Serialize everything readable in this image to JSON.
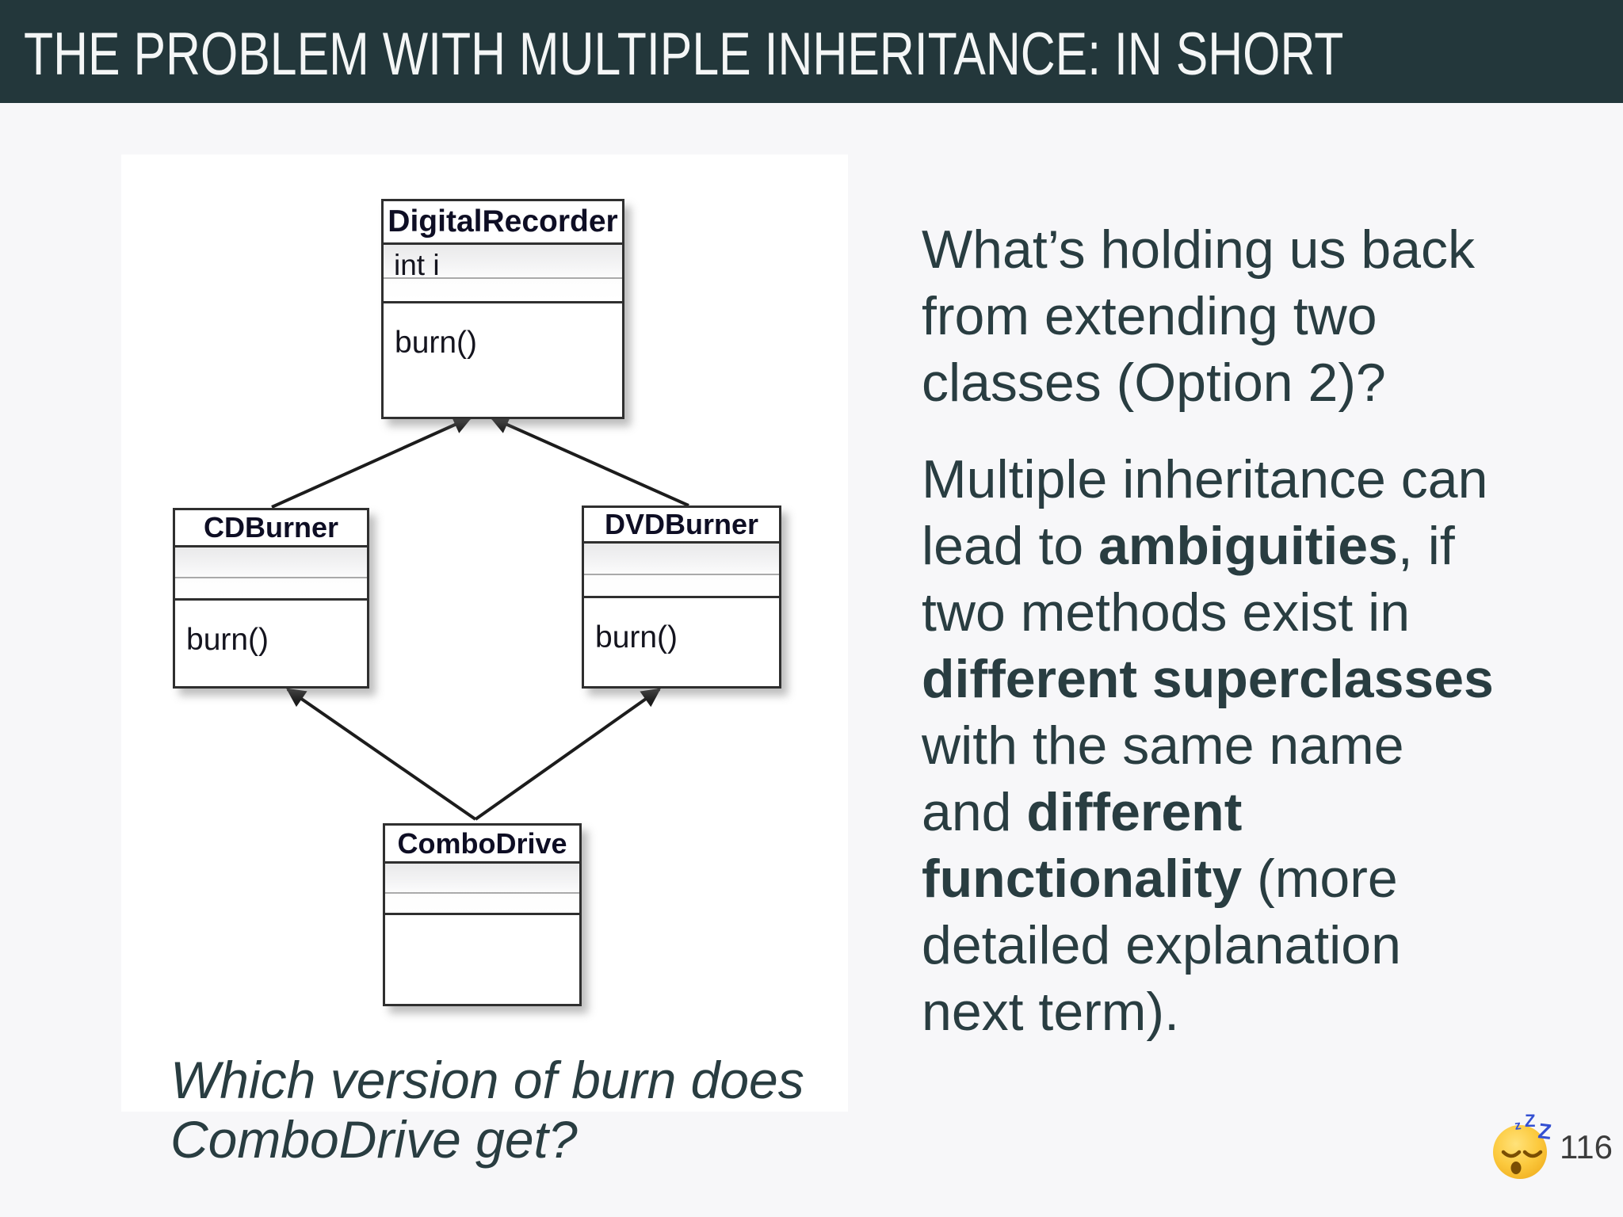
{
  "header": {
    "title": "THE PROBLEM WITH MULTIPLE INHERITANCE: IN SHORT"
  },
  "colors": {
    "header_bg": "#23373b",
    "slide_bg": "#f7f7f9",
    "body_text": "#293d41",
    "diagram_bg": "#ffffff",
    "zzz_blue": "#3450d2"
  },
  "diagram": {
    "classes": [
      {
        "name": "DigitalRecorder",
        "fields": [
          "int i"
        ],
        "methods": [
          "burn()"
        ]
      },
      {
        "name": "CDBurner",
        "fields": [],
        "methods": [
          "burn()"
        ]
      },
      {
        "name": "DVDBurner",
        "fields": [],
        "methods": [
          "burn()"
        ]
      },
      {
        "name": "ComboDrive",
        "fields": [],
        "methods": []
      }
    ],
    "relations": [
      {
        "from": "CDBurner",
        "to": "DigitalRecorder",
        "type": "inheritance"
      },
      {
        "from": "DVDBurner",
        "to": "DigitalRecorder",
        "type": "inheritance"
      },
      {
        "from": "ComboDrive",
        "to": "CDBurner",
        "type": "inheritance"
      },
      {
        "from": "ComboDrive",
        "to": "DVDBurner",
        "type": "inheritance"
      }
    ],
    "caption_lines": [
      "Which version of burn does",
      "ComboDrive get?"
    ]
  },
  "right_column": {
    "paragraph1_lines": [
      "What’s holding us back",
      "from extending two",
      "classes (Option 2)?"
    ],
    "paragraph2_lines": [
      [
        {
          "t": "Multiple inheritance can"
        }
      ],
      [
        {
          "t": "lead to "
        },
        {
          "t": "ambiguities",
          "b": true
        },
        {
          "t": ", if"
        }
      ],
      [
        {
          "t": "two methods exist in"
        }
      ],
      [
        {
          "t": "different superclasses",
          "b": true
        }
      ],
      [
        {
          "t": "with the same name"
        }
      ],
      [
        {
          "t": "and "
        },
        {
          "t": "different",
          "b": true
        }
      ],
      [
        {
          "t": "functionality",
          "b": true
        },
        {
          "t": " (more"
        }
      ],
      [
        {
          "t": "detailed explanation"
        }
      ],
      [
        {
          "t": "next term)."
        }
      ]
    ]
  },
  "footer": {
    "page_number": "116",
    "emoji": "sleeping-face"
  }
}
